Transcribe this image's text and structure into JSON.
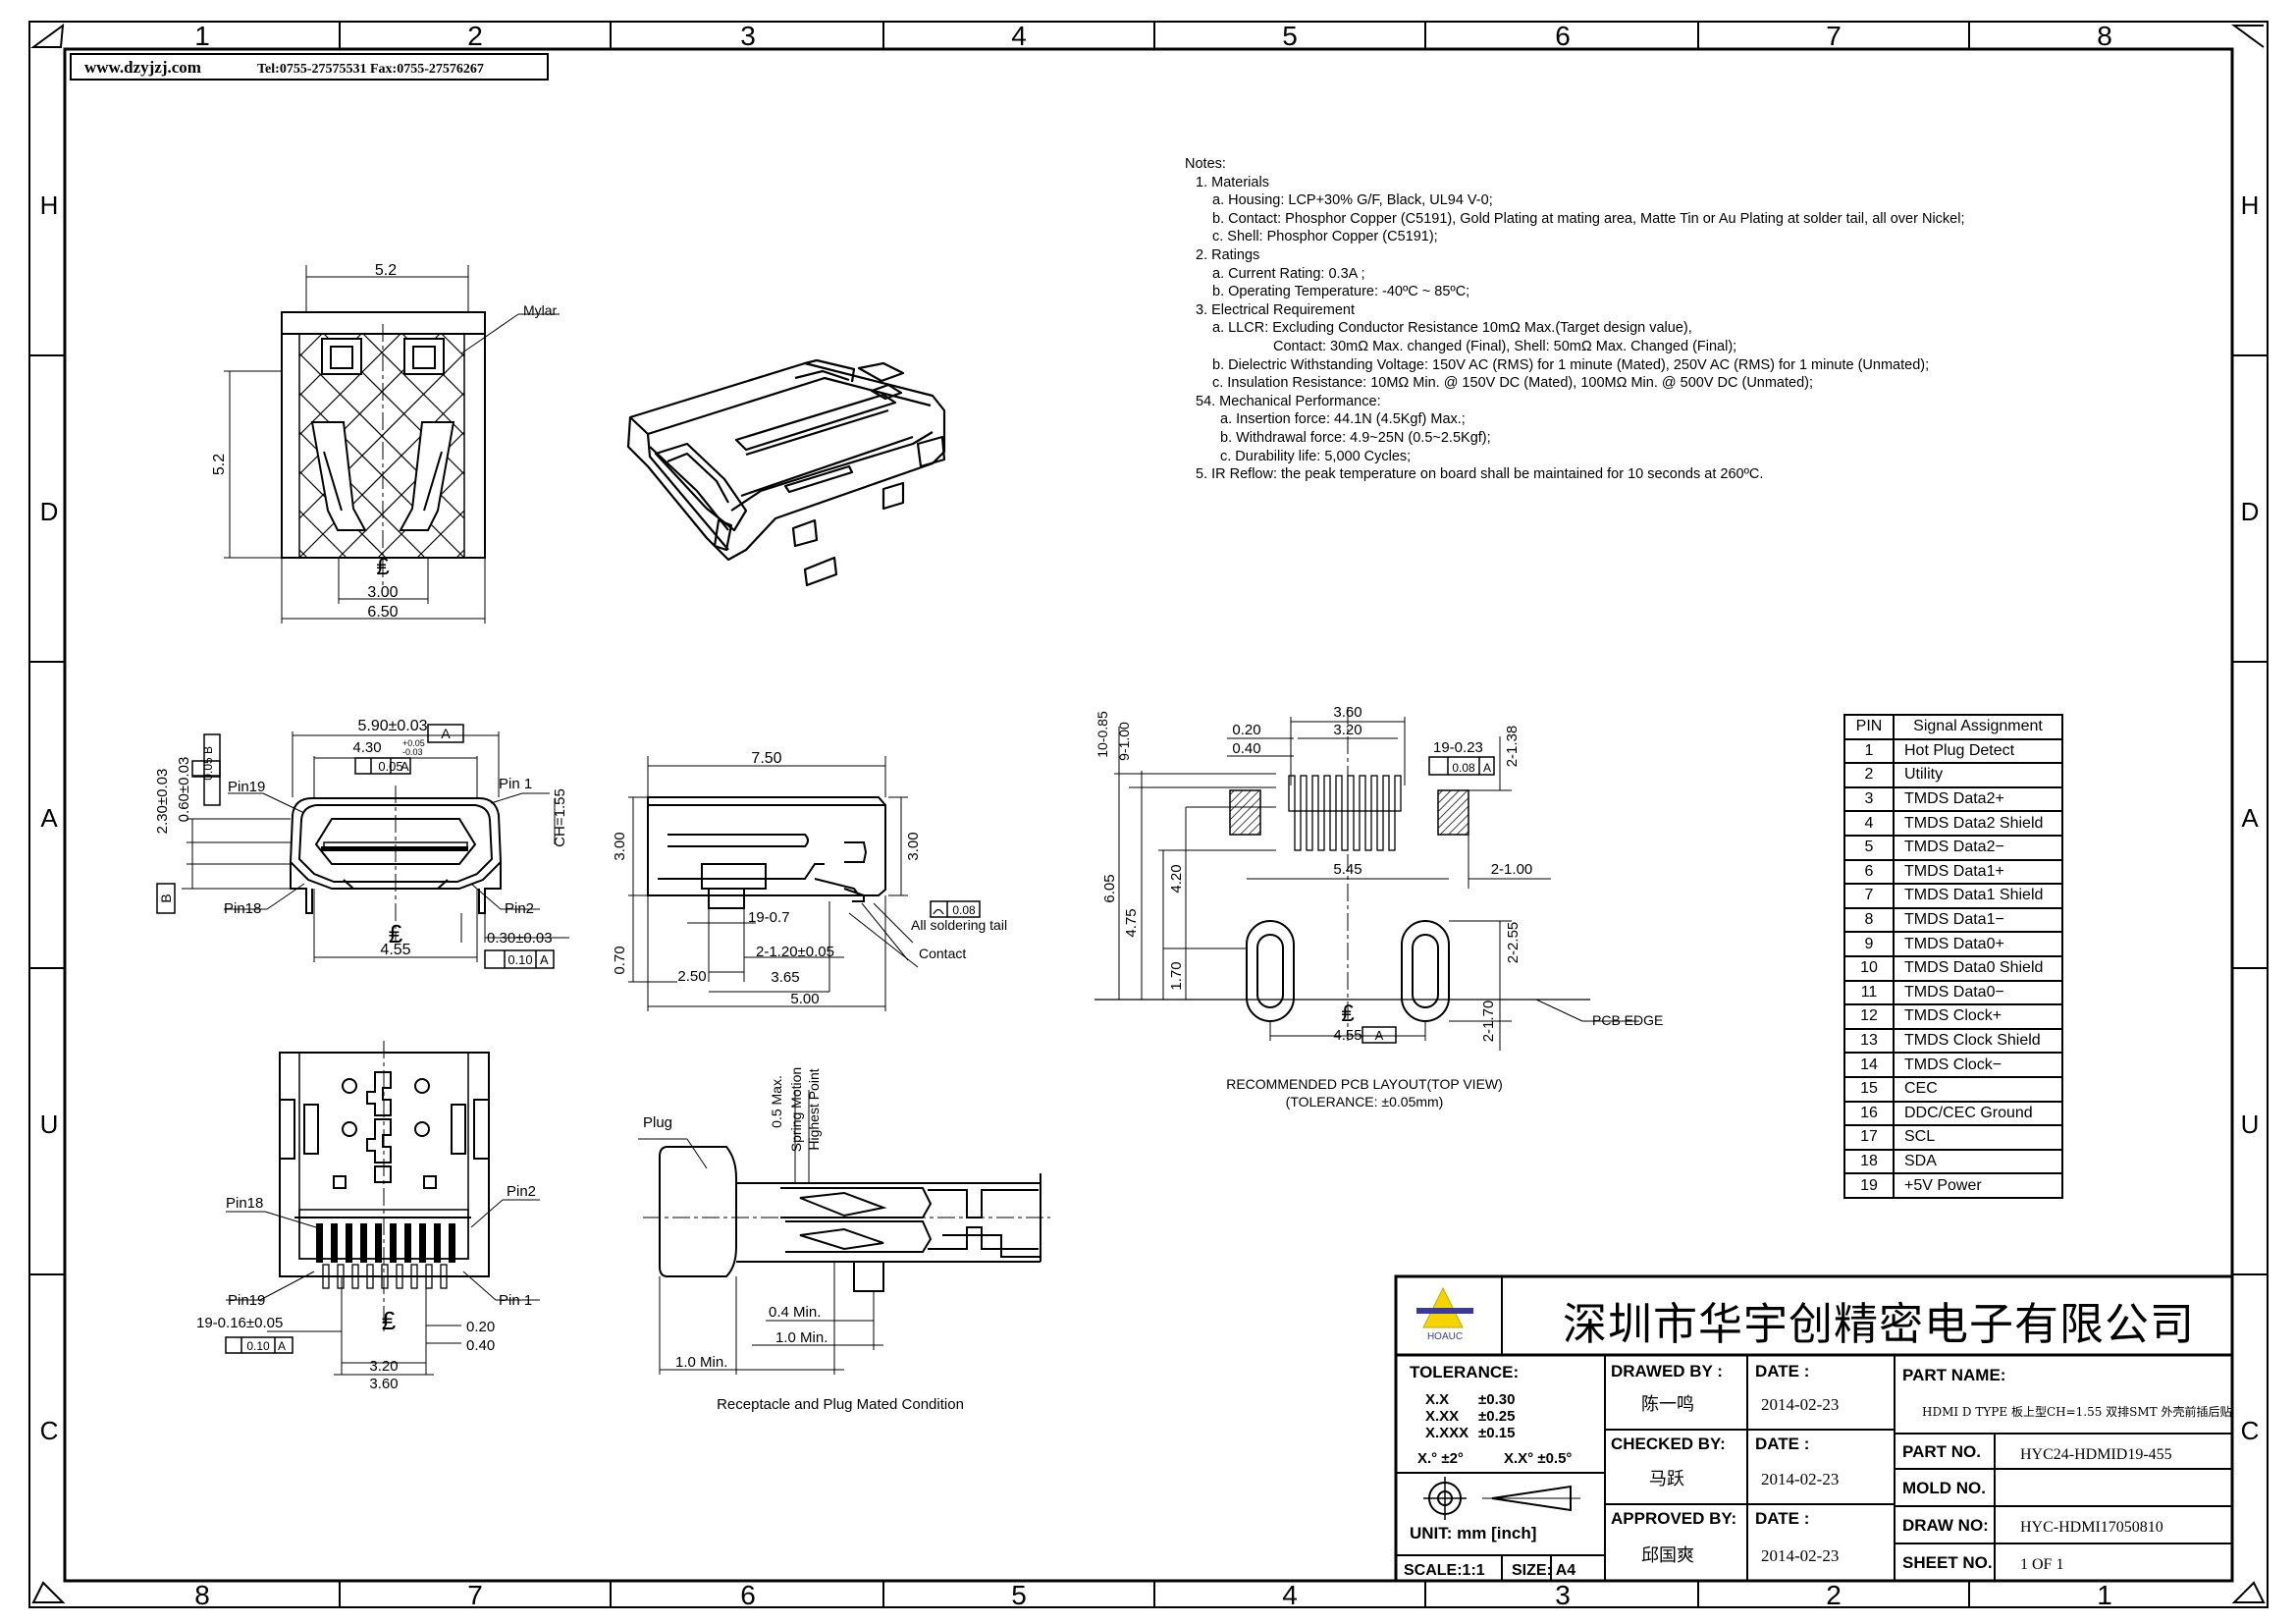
{
  "header": {
    "website": "www.dzyjzj.com",
    "contact": "Tel:0755-27575531 Fax:0755-27576267"
  },
  "border": {
    "columns_top": [
      "1",
      "2",
      "3",
      "4",
      "5",
      "6",
      "7",
      "8"
    ],
    "columns_bottom": [
      "8",
      "7",
      "6",
      "5",
      "4",
      "3",
      "2",
      "1"
    ],
    "rows_left": [
      "H",
      "D",
      "A",
      "U",
      "C"
    ],
    "rows_right": [
      "H",
      "D",
      "A",
      "U",
      "C"
    ]
  },
  "notes": {
    "lines": [
      "Notes:",
      "1. Materials",
      "a. Housing: LCP+30% G/F, Black, UL94 V-0;",
      "b. Contact: Phosphor Copper (C5191), Gold Plating at mating area, Matte Tin or Au Plating at solder tail, all over Nickel;",
      "c. Shell: Phosphor Copper (C5191);",
      "2. Ratings",
      "a. Current Rating: 0.3A ;",
      "b. Operating Temperature: -40ºC ~ 85ºC;",
      "3. Electrical Requirement",
      "a. LLCR: Excluding Conductor Resistance 10mΩ Max.(Target design value),",
      "Contact: 30mΩ Max. changed (Final), Shell: 50mΩ Max. Changed (Final);",
      "b. Dielectric Withstanding Voltage: 150V AC (RMS) for 1 minute (Mated), 250V AC (RMS) for 1 minute (Unmated);",
      "c. Insulation Resistance: 10MΩ Min. @ 150V DC (Mated), 100MΩ Min. @ 500V DC (Unmated);",
      "54. Mechanical Performance:",
      "a. Insertion force: 44.1N (4.5Kgf) Max.;",
      "b. Withdrawal force: 4.9~25N (0.5~2.5Kgf);",
      "c. Durability life: 5,000 Cycles;",
      "5. IR Reflow: the peak temperature on board shall be maintained for 10 seconds at 260ºC."
    ]
  },
  "top_view": {
    "dim_top": "5.2",
    "dim_left": "5.2",
    "dim_300": "3.00",
    "dim_650": "6.50",
    "mylar": "Mylar"
  },
  "front_view": {
    "dim_width": "5.90±0.03",
    "datum_a": "A",
    "dim_430": "4.30",
    "dim_430_tol_up": "+0.05",
    "dim_430_tol_dn": "-0.03",
    "fcf_1": "0.05",
    "fcf_1_datum": "A",
    "dim_230": "2.30±0.03",
    "dim_060": "0.60±0.03",
    "fcf_2": "0.05",
    "fcf_2_datum": "B",
    "datum_b": "B",
    "pin19": "Pin19",
    "pin1": "Pin 1",
    "pin18": "Pin18",
    "pin2": "Pin2",
    "ch": "CH=1.55",
    "dim_455": "4.55",
    "dim_030": "0.30±0.03",
    "fcf_3": "0.10",
    "fcf_3_datum": "A"
  },
  "side_view": {
    "dim_750": "7.50",
    "dim_300_l": "3.00",
    "dim_300_r": "3.00",
    "dim_070": "0.70",
    "dim_19_07": "19-0.7",
    "dim_2_120": "2-1.20±0.05",
    "dim_250": "2.50",
    "dim_365": "3.65",
    "dim_500": "5.00",
    "flatness": "0.08",
    "all_tail": "All soldering tail",
    "contact": "Contact"
  },
  "pcb": {
    "dim_1085": "10-0.85",
    "dim_9100": "9-1.00",
    "dim_360": "3.60",
    "dim_320": "3.20",
    "dim_020": "0.20",
    "dim_040": "0.40",
    "dim_19_023": "19-0.23",
    "fcf": "0.08",
    "fcf_datum": "A",
    "dim_2_138": "2-1.38",
    "dim_545": "5.45",
    "dim_2_100": "2-1.00",
    "dim_420": "4.20",
    "dim_605": "6.05",
    "dim_475": "4.75",
    "dim_170": "1.70",
    "dim_2_255": "2-2.55",
    "dim_2_170": "2-1.70",
    "dim_455": "4.55",
    "datum_a": "A",
    "pcb_edge": "PCB EDGE",
    "caption_1": "RECOMMENDED PCB LAYOUT(TOP VIEW)",
    "caption_2": "(TOLERANCE: ±0.05mm)"
  },
  "bottom_view": {
    "pin18": "Pin18",
    "pin2": "Pin2",
    "pin19": "Pin19",
    "pin1": "Pin 1",
    "dim_19_016": "19-0.16±0.05",
    "fcf": "0.10",
    "fcf_datum": "A",
    "dim_020": "0.20",
    "dim_040": "0.40",
    "dim_320": "3.20",
    "dim_360": "3.60"
  },
  "mated": {
    "plug": "Plug",
    "dim_05": "0.5 Max.",
    "spring_1": "Spring Motion",
    "spring_2": "Highest Point",
    "dim_04": "0.4 Min.",
    "dim_10": "1.0 Min.",
    "dim_10b": "1.0 Min.",
    "caption": "Receptacle and Plug Mated Condition"
  },
  "pin_table": {
    "headers": [
      "PIN",
      "Signal Assignment"
    ],
    "rows": [
      [
        "1",
        "Hot Plug Detect"
      ],
      [
        "2",
        "Utility"
      ],
      [
        "3",
        "TMDS Data2+"
      ],
      [
        "4",
        "TMDS Data2 Shield"
      ],
      [
        "5",
        "TMDS Data2−"
      ],
      [
        "6",
        "TMDS Data1+"
      ],
      [
        "7",
        "TMDS Data1 Shield"
      ],
      [
        "8",
        "TMDS Data1−"
      ],
      [
        "9",
        "TMDS Data0+"
      ],
      [
        "10",
        "TMDS Data0 Shield"
      ],
      [
        "11",
        "TMDS Data0−"
      ],
      [
        "12",
        "TMDS Clock+"
      ],
      [
        "13",
        "TMDS Clock Shield"
      ],
      [
        "14",
        "TMDS Clock−"
      ],
      [
        "15",
        "CEC"
      ],
      [
        "16",
        "DDC/CEC Ground"
      ],
      [
        "17",
        "SCL"
      ],
      [
        "18",
        "SDA"
      ],
      [
        "19",
        "+5V Power"
      ]
    ]
  },
  "title_block": {
    "company": "深圳市华宇创精密电子有限公司",
    "logo_text": "HOAUC",
    "tolerance_label": "TOLERANCE:",
    "tol_rows": [
      [
        "X.X",
        "±0.30"
      ],
      [
        "X.XX",
        "±0.25"
      ],
      [
        "X.XXX",
        "±0.15"
      ]
    ],
    "tol_angle_1": "X.° ±2°",
    "tol_angle_2": "X.X° ±0.5°",
    "unit": "UNIT:  mm  [inch]",
    "scale": "SCALE:1:1",
    "size": "SIZE: A4",
    "drawn_by_label": "DRAWED BY :",
    "drawn_by": "陈一鸣",
    "checked_by_label": "CHECKED BY:",
    "checked_by": "马跃",
    "approved_by_label": "APPROVED BY:",
    "approved_by": "邱国爽",
    "date_label": "DATE :",
    "date_1": "2014-02-23",
    "date_2": "2014-02-23",
    "date_3": "2014-02-23",
    "part_name_label": "PART NAME:",
    "part_name": "HDMI D TYPE 板上型CH=1.55 双排SMT 外壳前插后贴",
    "part_no_label": "PART NO.",
    "part_no": "HYC24-HDMID19-455",
    "mold_no_label": "MOLD NO.",
    "mold_no": "",
    "draw_no_label": "DRAW NO:",
    "draw_no": "HYC-HDMI17050810",
    "sheet_no_label": "SHEET NO.",
    "sheet_no": "1 OF 1"
  }
}
